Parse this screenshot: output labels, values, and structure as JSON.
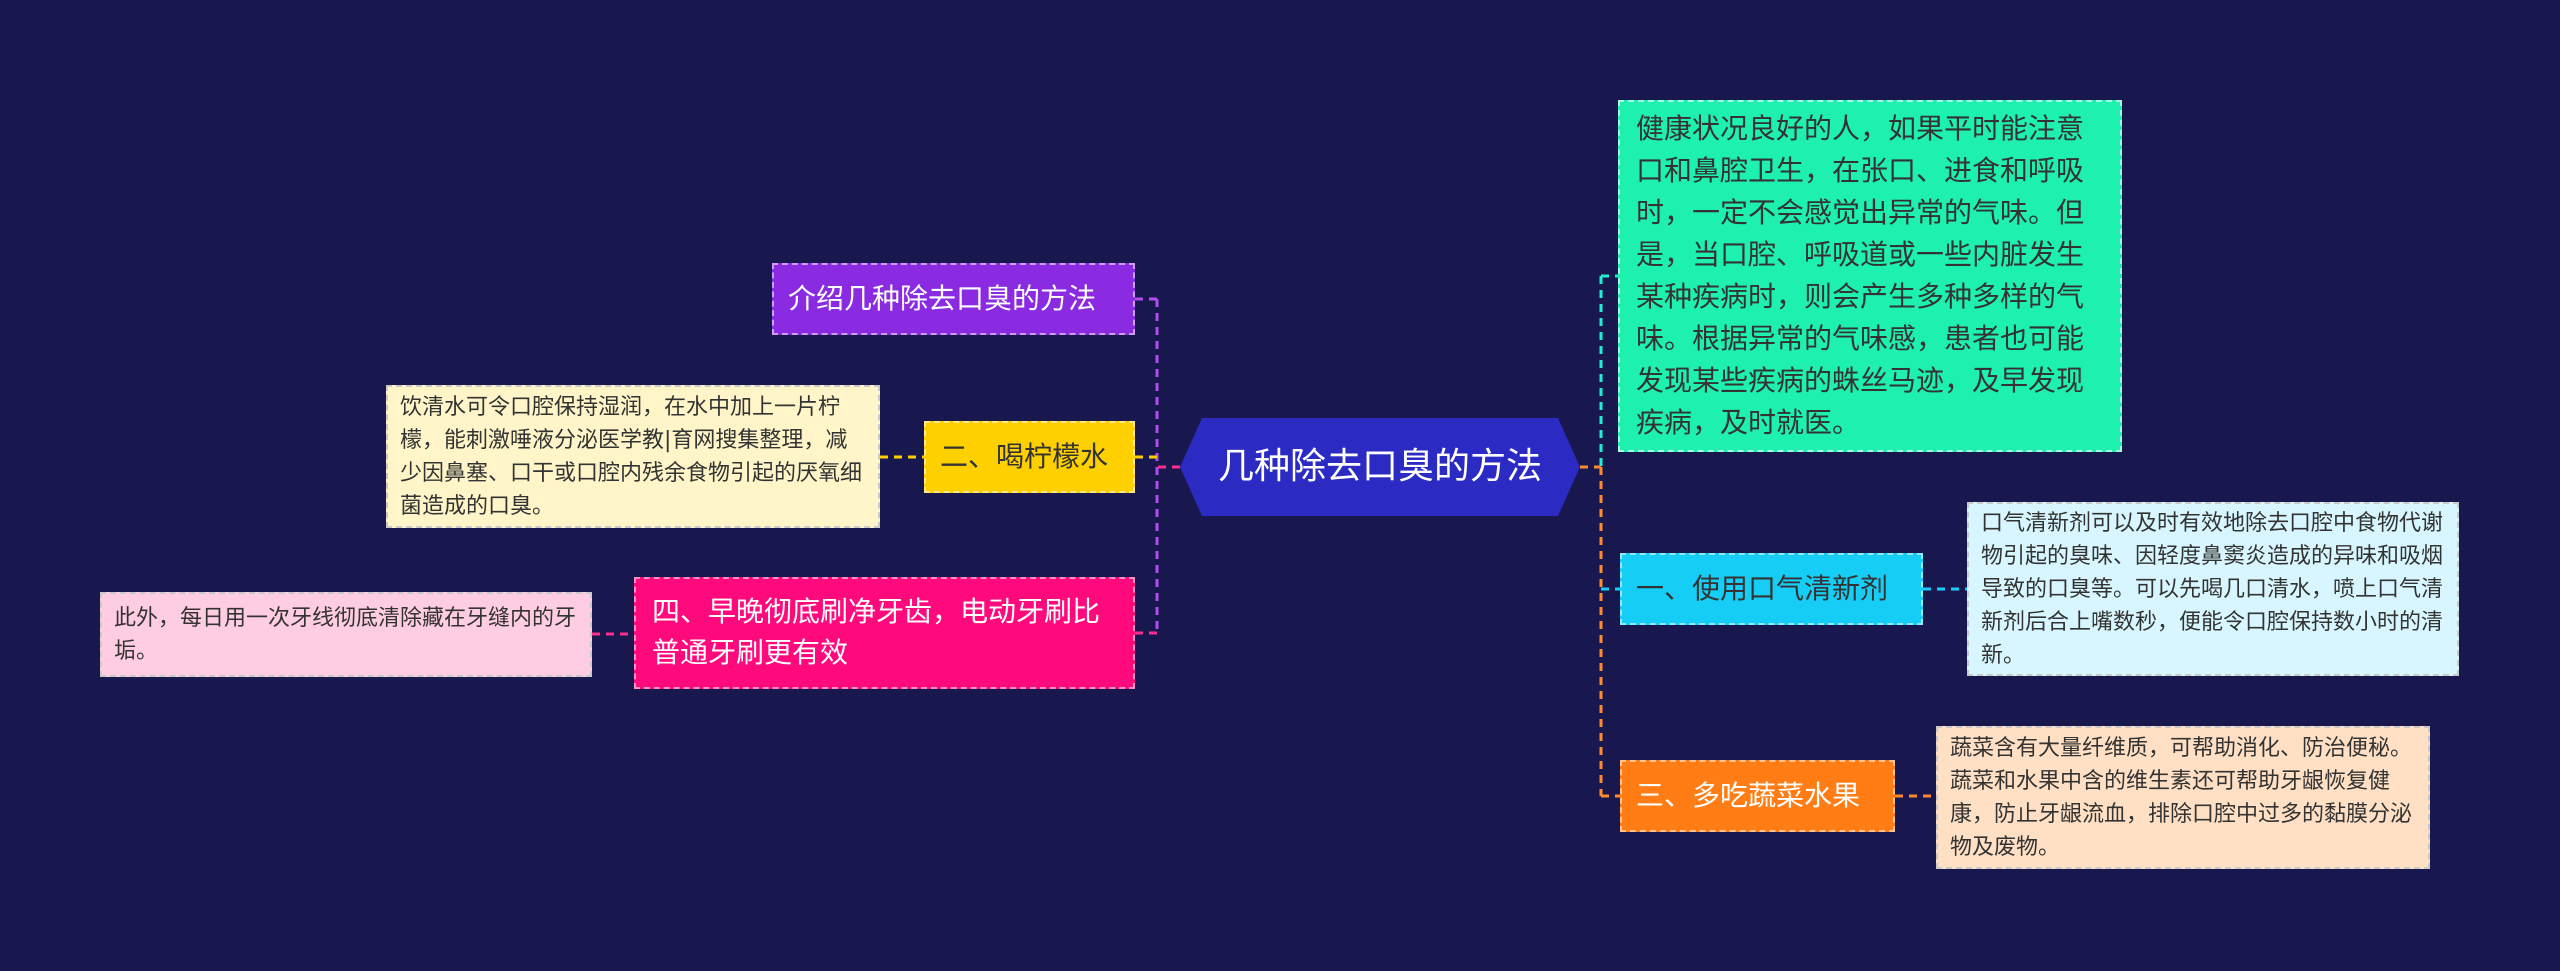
{
  "mindmap": {
    "root": "几种除去口臭的方法",
    "left": [
      {
        "label": "介绍几种除去口臭的方法"
      },
      {
        "label": "二、喝柠檬水",
        "detail": "饮清水可令口腔保持湿润，在水中加上一片柠檬，能刺激唾液分泌医学教|育网搜集整理，减少因鼻塞、口干或口腔内残余食物引起的厌氧细菌造成的口臭。"
      },
      {
        "label": "四、早晚彻底刷净牙齿，电动牙刷比普通牙刷更有效",
        "detail": "此外，每日用一次牙线彻底清除藏在牙缝内的牙垢。"
      }
    ],
    "right": [
      {
        "label": "健康状况良好的人，如果平时能注意口和鼻腔卫生，在张口、进食和呼吸时，一定不会感觉出异常的气味。但是，当口腔、呼吸道或一些内脏发生某种疾病时，则会产生多种多样的气味。根据异常的气味感，患者也可能发现某些疾病的蛛丝马迹，及早发现疾病，及时就医。"
      },
      {
        "label": "一、使用口气清新剂",
        "detail": "口气清新剂可以及时有效地除去口腔中食物代谢物引起的臭味、因轻度鼻窦炎造成的异味和吸烟导致的口臭等。可以先喝几口清水，喷上口气清新剂后合上嘴数秒，便能令口腔保持数小时的清新。"
      },
      {
        "label": "三、多吃蔬菜水果",
        "detail": "蔬菜含有大量纤维质，可帮助消化、防治便秘。蔬菜和水果中含的维生素还可帮助牙龈恢复健康，防止牙龈流血，排除口腔中过多的黏膜分泌物及废物。"
      }
    ]
  },
  "colors": {
    "background": "#18184e",
    "root": "#2b2bc4",
    "intro": "#8a2be2",
    "lemon": "#ffd000",
    "brush": "#ff0a7d",
    "health": "#1ef0b0",
    "spray": "#15cdf5",
    "vegetables": "#ff7d14"
  }
}
